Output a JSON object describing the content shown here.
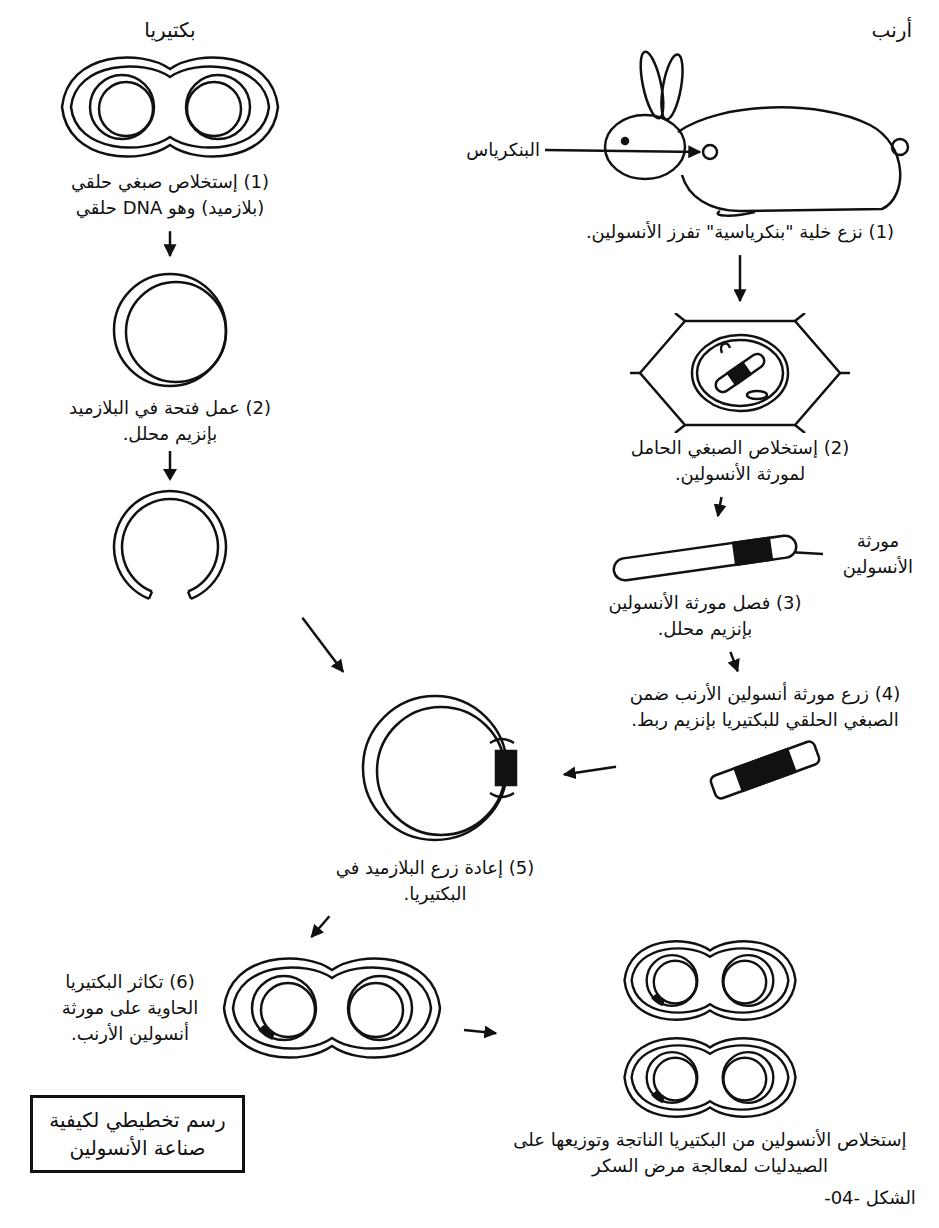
{
  "diagram": {
    "nodes": [
      {
        "text": [
          "بكتيريا",
          "(1) إستخلاص صبغي حلقي (بلازميد) وهو DNA حلقي"
        ]
      },
      {
        "text": [
          "(2) عمل فتحة في البلازميد بإنزيم محلل."
        ]
      },
      {
        "text": [
          "أرنب",
          "(1) نزع خلية \"بنكرياسية\" تفرز الأنسولين."
        ]
      },
      {
        "text": [
          "(2) إستخلاص الصبغي الحامل لمورثة الأنسولين."
        ]
      },
      {
        "text": [
          "(3) فصل مورثة الأنسولين بإنزيم محلل."
        ]
      },
      {
        "text": [
          "(4) زرع مورثة أنسولين الأرنب ضمن الصبغي الحلقي للبكتيريا بإنزيم ربط."
        ]
      },
      {
        "text": [
          "(5) إعادة زرع البلازميد في البكتيريا."
        ]
      },
      {
        "text": [
          "(6) تكاثر البكتيريا الحاوية على مورثة أنسولين الأرنب."
        ]
      },
      {
        "text": [
          "إستخلاص الأنسولين من البكتيريا الناتجة وتوزيعها على الصيدليات لمعالجة مرض السكر"
        ]
      },
      {
        "text": [
          "رسم تخطيطي لكيفية صناعة الأنسولين"
        ]
      }
    ],
    "edges": [
      {
        "from": 0,
        "to": 1,
        "arrow": "to"
      },
      {
        "from": 2,
        "to": 3,
        "arrow": "to"
      },
      {
        "from": 3,
        "to": 4,
        "arrow": "to"
      },
      {
        "from": 4,
        "to": 5,
        "arrow": "to"
      },
      {
        "from": 1,
        "to": 6,
        "arrow": "to"
      },
      {
        "from": 5,
        "to": 6,
        "arrow": "to"
      },
      {
        "from": 6,
        "to": 7,
        "arrow": "to"
      },
      {
        "from": 7,
        "to": 8,
        "arrow": "to"
      }
    ],
    "labels": [
      "البنكرياس",
      "مورثة الأنسولين",
      "الشكل -04-"
    ]
  }
}
